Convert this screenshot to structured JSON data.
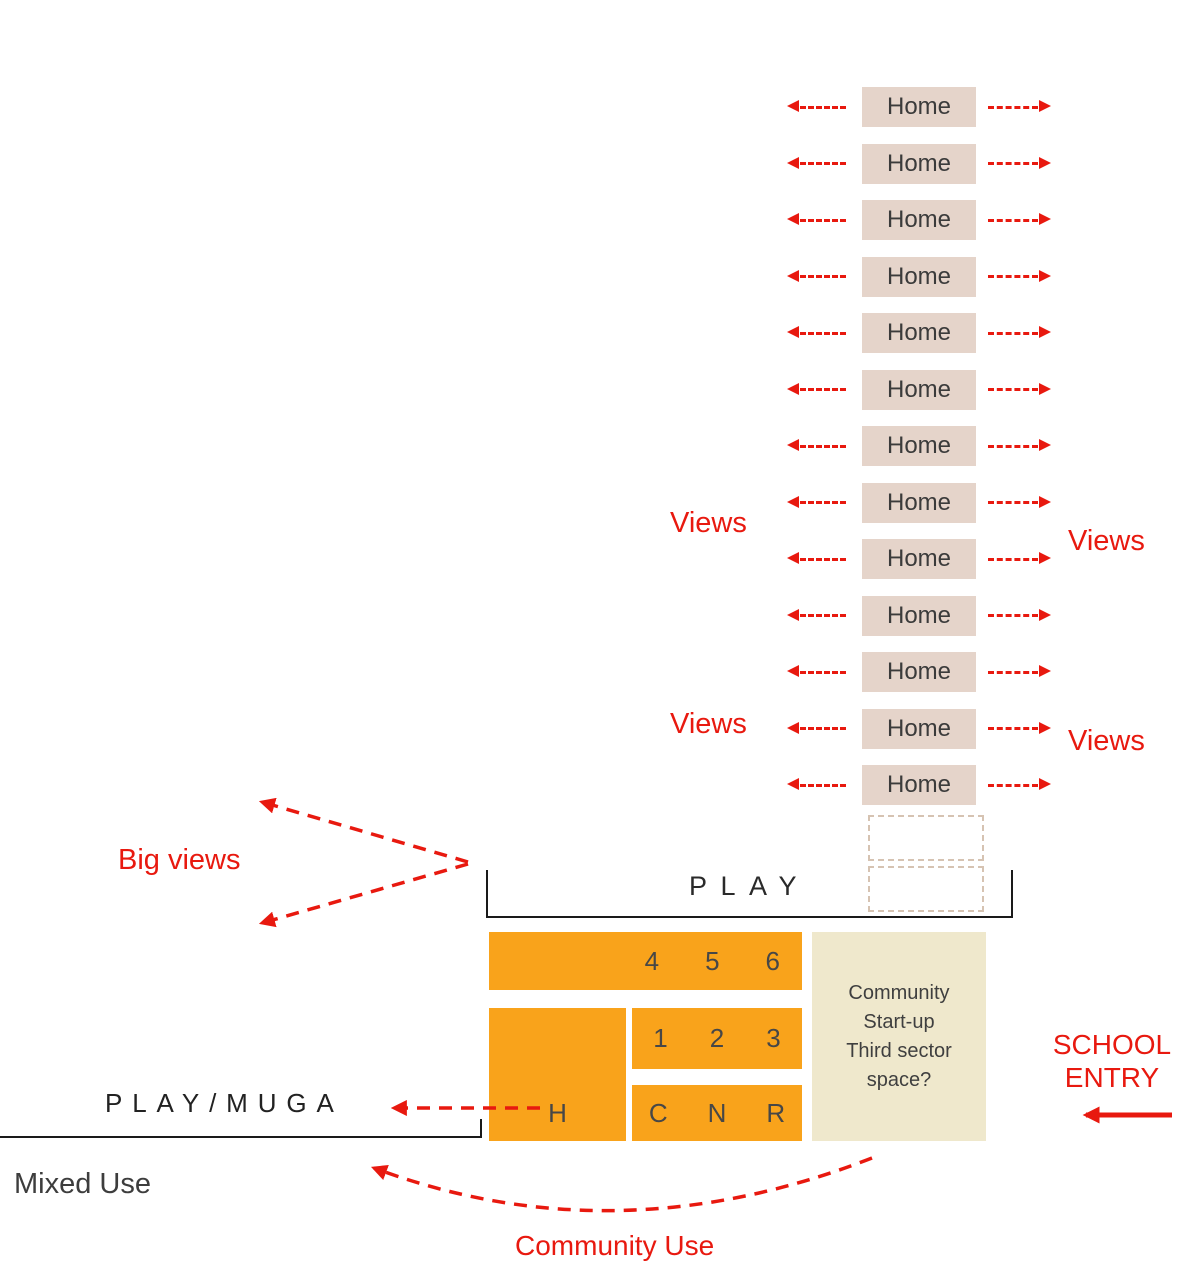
{
  "colors": {
    "red": "#e8190f",
    "orange": "#f9a31b",
    "home_bg": "#e5d4ca",
    "community_bg": "#efe8cc"
  },
  "homes": {
    "rows": [
      "Home",
      "Home",
      "Home",
      "Home",
      "Home",
      "Home",
      "Home",
      "Home",
      "Home",
      "Home",
      "Home",
      "Home",
      "Home"
    ]
  },
  "views": {
    "left_upper": "Views",
    "left_lower": "Views",
    "right_upper": "Views",
    "right_lower": "Views"
  },
  "play": {
    "label": "PLAY"
  },
  "big_views": {
    "label": "Big views"
  },
  "blocks": {
    "top_bar_numbers": [
      "4",
      "5",
      "6"
    ],
    "mid_bar_numbers": [
      "1",
      "2",
      "3"
    ],
    "bottom_bar_letters": [
      "C",
      "N",
      "R"
    ],
    "h_label": "H",
    "community_lines": [
      "Community",
      "Start-up",
      "Third sector",
      "space?"
    ]
  },
  "labels": {
    "play_muga": "PLAY/MUGA",
    "mixed_use": "Mixed Use",
    "community_use": "Community Use",
    "school_entry_line1": "SCHOOL",
    "school_entry_line2": "ENTRY"
  }
}
